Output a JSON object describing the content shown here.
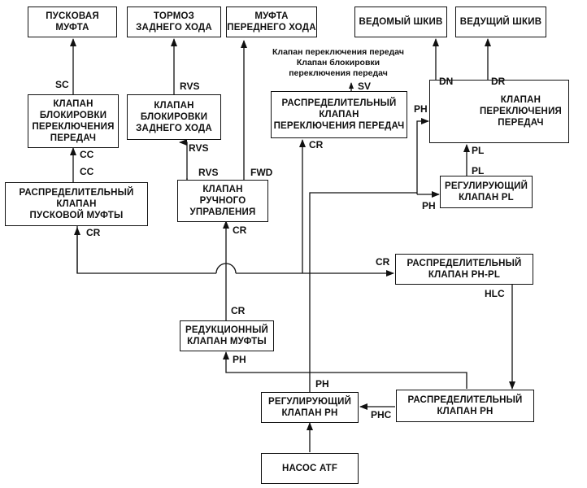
{
  "boxes": {
    "starting_clutch": "ПУСКОВАЯ\nМУФТА",
    "reverse_brake": "ТОРМОЗ\nЗАДНЕГО ХОДА",
    "forward_clutch": "МУФТА\nПЕРЕДНЕГО ХОДА",
    "driven_pulley": "ВЕДОМЫЙ ШКИВ",
    "drive_pulley": "ВЕДУЩИЙ ШКИВ",
    "shift_lock_valve": "КЛАПАН\nБЛОКИРОВКИ\nПЕРЕКЛЮЧЕНИЯ\nПЕРЕДАЧ",
    "reverse_lock_valve": "КЛАПАН\nБЛОКИРОВКИ\nЗАДНЕГО ХОДА",
    "shift_distribution_valve": "РАСПРЕДЕЛИТЕЛЬНЫЙ\nКЛАПАН\nПЕРЕКЛЮЧЕНИЯ ПЕРЕДАЧ",
    "shift_valve": "КЛАПАН\nПЕРЕКЛЮЧЕНИЯ\nПЕРЕДАЧ",
    "starting_clutch_dist_valve": "РАСПРЕДЕЛИТЕЛЬНЫЙ\nКЛАПАН\nПУСКОВОЙ МУФТЫ",
    "manual_valve": "КЛАПАН\nРУЧНОГО\nУПРАВЛЕНИЯ",
    "pl_regulator_valve": "РЕГУЛИРУЮЩИЙ\nКЛАПАН PL",
    "ph_pl_dist_valve": "РАСПРЕДЕЛИТЕЛЬНЫЙ\nКЛАПАН PH-PL",
    "clutch_reducing_valve": "РЕДУКЦИОННЫЙ\nКЛАПАН МУФТЫ",
    "ph_regulator_valve": "РЕГУЛИРУЮЩИЙ\nКЛАПАН РН",
    "ph_dist_valve": "РАСПРЕДЕЛИТЕЛЬНЫЙ\nКЛАПАН РН",
    "atf_pump": "НАСОС ATF"
  },
  "note": "Клапан переключения передач\nКлапан блокировки\nпереключения передач",
  "labels": {
    "sc": "SC",
    "cc_top": "CC",
    "cc_bottom": "CC",
    "rvs_lock_top": "RVS",
    "rvs_lock_bottom": "RVS",
    "rvs_manual": "RVS",
    "fwd": "FWD",
    "sv": "SV",
    "dn": "DN",
    "dr": "DR",
    "ph_shift": "PH",
    "pl_top": "PL",
    "pl_bottom": "PL",
    "ph_left_pl": "PH",
    "cr_shift": "CR",
    "cr_start": "CR",
    "cr_manual": "CR",
    "cr_phpl": "CR",
    "hlc": "HLC",
    "cr_reducing": "CR",
    "ph_reducing": "PH",
    "ph_regulator": "PH",
    "phc": "PHC"
  }
}
